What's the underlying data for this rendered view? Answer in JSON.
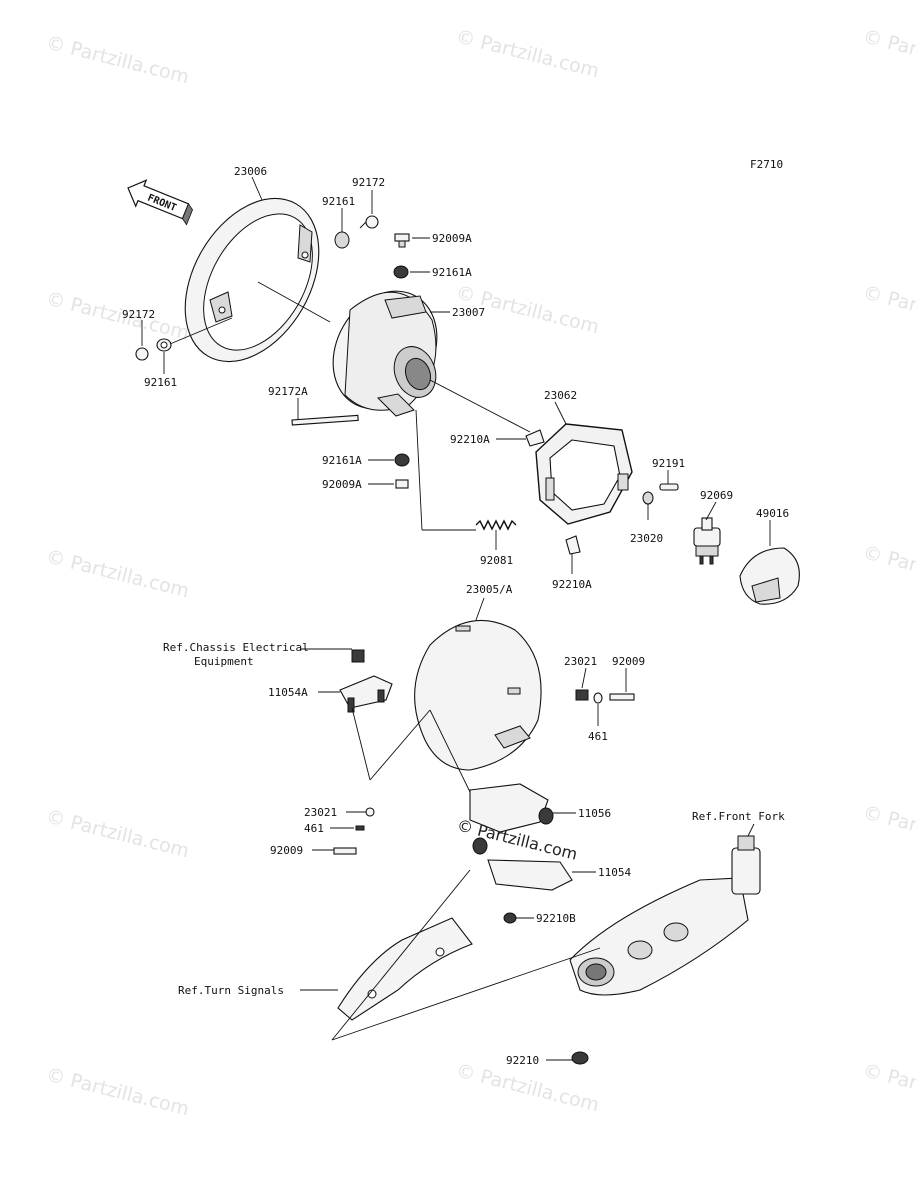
{
  "figure_code": "F2710",
  "watermark": "© Partzilla.com",
  "center_watermark": "© Partzilla.com",
  "front_arrow_text": "FRONT",
  "callouts": {
    "c23006": "23006",
    "c92172_top": "92172",
    "c92161_top": "92161",
    "c92009A_top": "92009A",
    "c92161A_top": "92161A",
    "c23007": "23007",
    "c92172_left": "92172",
    "c92161_left": "92161",
    "c92172A": "92172A",
    "c23062": "23062",
    "c92210A_top": "92210A",
    "c92191": "92191",
    "c92161A_bot": "92161A",
    "c92069": "92069",
    "c49016": "49016",
    "c92009A_bot": "92009A",
    "c23020": "23020",
    "c92081": "92081",
    "c92210A_bot": "92210A",
    "c23005A": "23005/A",
    "ref_chassis_1": "Ref.Chassis Electrical",
    "ref_chassis_2": "Equipment",
    "c23021_right": "23021",
    "c92009_right": "92009",
    "c11054A": "11054A",
    "c461_right": "461",
    "ref_front_fork": "Ref.Front Fork",
    "c23021_left": "23021",
    "c11056": "11056",
    "c461_left": "461",
    "c92009_left": "92009",
    "c11054": "11054",
    "c92210B": "92210B",
    "ref_turn_signals": "Ref.Turn Signals",
    "c92210": "92210"
  }
}
